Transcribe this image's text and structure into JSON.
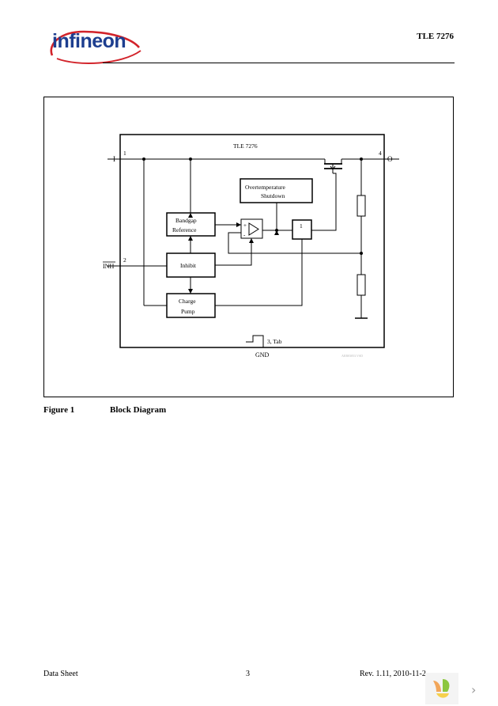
{
  "header": {
    "brand": "infineon",
    "doc_id": "TLE 7276"
  },
  "diagram": {
    "chip_label": "TLE 7276",
    "pins": {
      "pin1_num": "1",
      "pin1_name": "I",
      "pin2_num": "2",
      "pin2_name": "INH",
      "pin4_num": "4",
      "pin4_name": "O",
      "tab": "3, Tab",
      "gnd": "GND"
    },
    "blocks": {
      "overtemp_line1": "Overtemperature",
      "overtemp_line2": "Shutdown",
      "bandgap_line1": "Bandgap",
      "bandgap_line2": "Reference",
      "inhibit": "Inhibit",
      "chargepump_line1": "Charge",
      "chargepump_line2": "Pump",
      "logic": "1",
      "opamp_plus": "+",
      "opamp_minus": "-"
    },
    "watermark": "AEB03053.VSD"
  },
  "caption": {
    "number": "Figure 1",
    "title": "Block Diagram"
  },
  "footer": {
    "left": "Data Sheet",
    "center": "3",
    "right": "Rev. 1.11, 2010-11-2"
  },
  "viewer": {
    "next_icon": "chevron-right-icon"
  }
}
